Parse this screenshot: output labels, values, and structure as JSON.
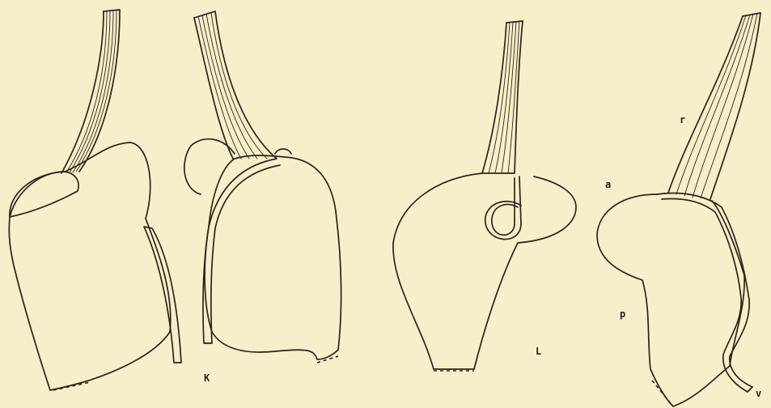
{
  "figure": {
    "labels": {
      "k": "K",
      "l": "L",
      "a": "a",
      "r": "r",
      "p": "p",
      "v": "v"
    },
    "colors": {
      "paper": "#f5f0c9",
      "ink": "#2b2519"
    }
  }
}
